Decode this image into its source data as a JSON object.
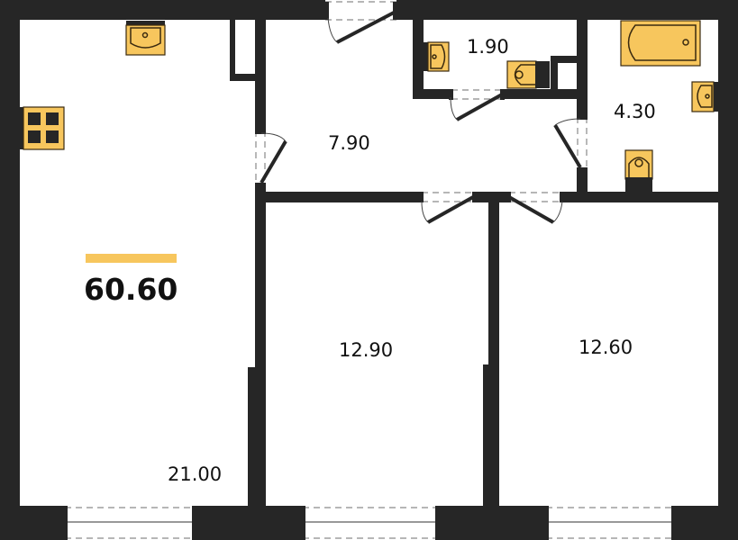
{
  "plan": {
    "total_area": "60.60",
    "accent_color": "#f7c65d",
    "wall_color": "#262626",
    "rooms": [
      {
        "id": "living-kitchen",
        "area": "21.00"
      },
      {
        "id": "hallway",
        "area": "7.90"
      },
      {
        "id": "wc",
        "area": "1.90"
      },
      {
        "id": "bathroom",
        "area": "4.30"
      },
      {
        "id": "bedroom-1",
        "area": "12.90"
      },
      {
        "id": "bedroom-2",
        "area": "12.60"
      }
    ],
    "fixtures": [
      "kitchen-sink",
      "stove",
      "wc-sink",
      "wc-toilet",
      "bathtub",
      "bathroom-sink",
      "bathroom-toilet"
    ]
  }
}
